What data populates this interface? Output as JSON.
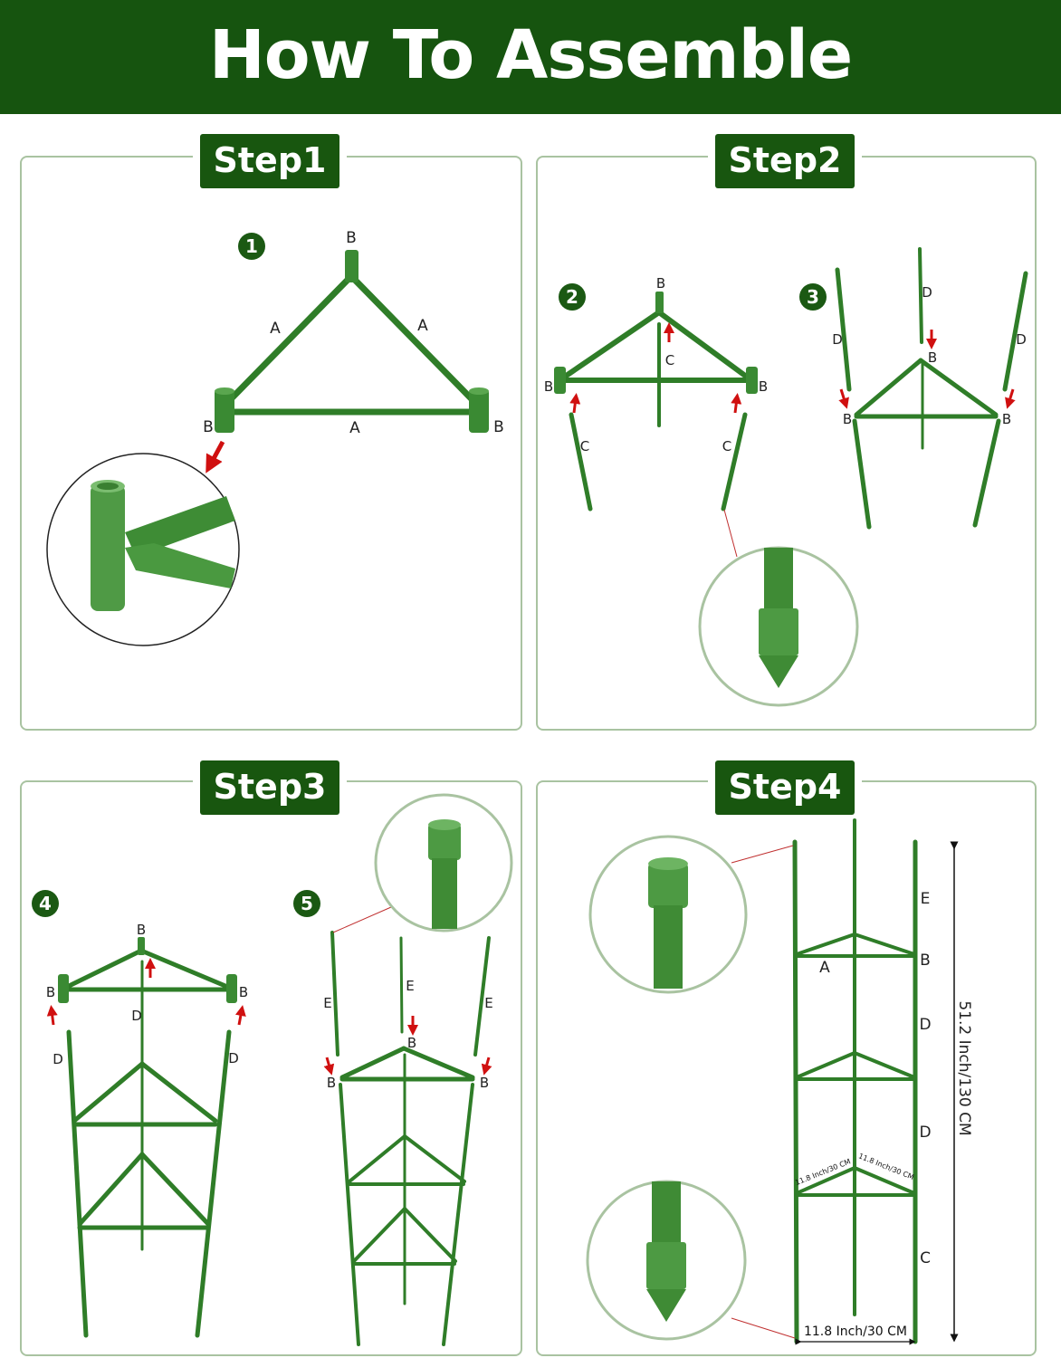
{
  "header": {
    "title": "How To Assemble"
  },
  "steps": [
    {
      "label": "Step1"
    },
    {
      "label": "Step2"
    },
    {
      "label": "Step3"
    },
    {
      "label": "Step4"
    }
  ],
  "sub_steps": [
    "1",
    "2",
    "3",
    "4",
    "5"
  ],
  "parts": {
    "A": "A",
    "B": "B",
    "C": "C",
    "D": "D",
    "E": "E"
  },
  "dimensions": {
    "height": "51.2 Inch/130 CM",
    "width": "11.8 Inch/30 CM",
    "side": "11.8 Inch/30 CM"
  },
  "colors": {
    "header": "#16540f",
    "badge": "#18560f",
    "stake": "#3a8a33",
    "arrow": "#d01010",
    "border": "#a9c3a1"
  }
}
